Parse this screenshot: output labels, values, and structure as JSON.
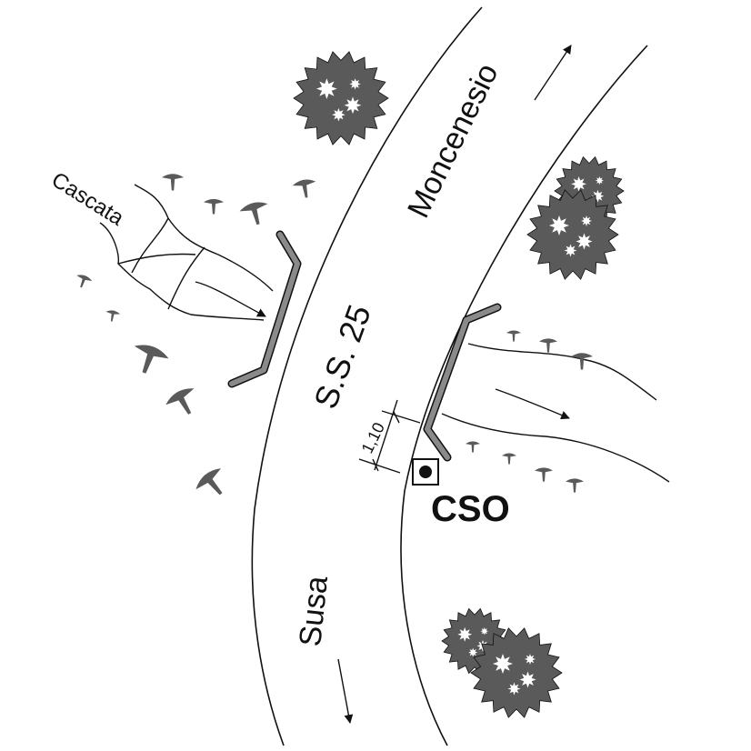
{
  "labels": {
    "road_name": "S.S. 25",
    "direction_up": "Moncenesio",
    "direction_down": "Susa",
    "stream": "Cascata",
    "station": "CSO",
    "dimension": "1,10"
  },
  "colors": {
    "ink": "#111111",
    "wall_fill": "#8a8a8a",
    "vegetation": "#5a5a5a"
  },
  "icons": {
    "trees": "tree-cluster-icon",
    "shrubs": "shrub-icon",
    "station": "cso-station-icon",
    "flow": "flow-arrow-icon"
  }
}
